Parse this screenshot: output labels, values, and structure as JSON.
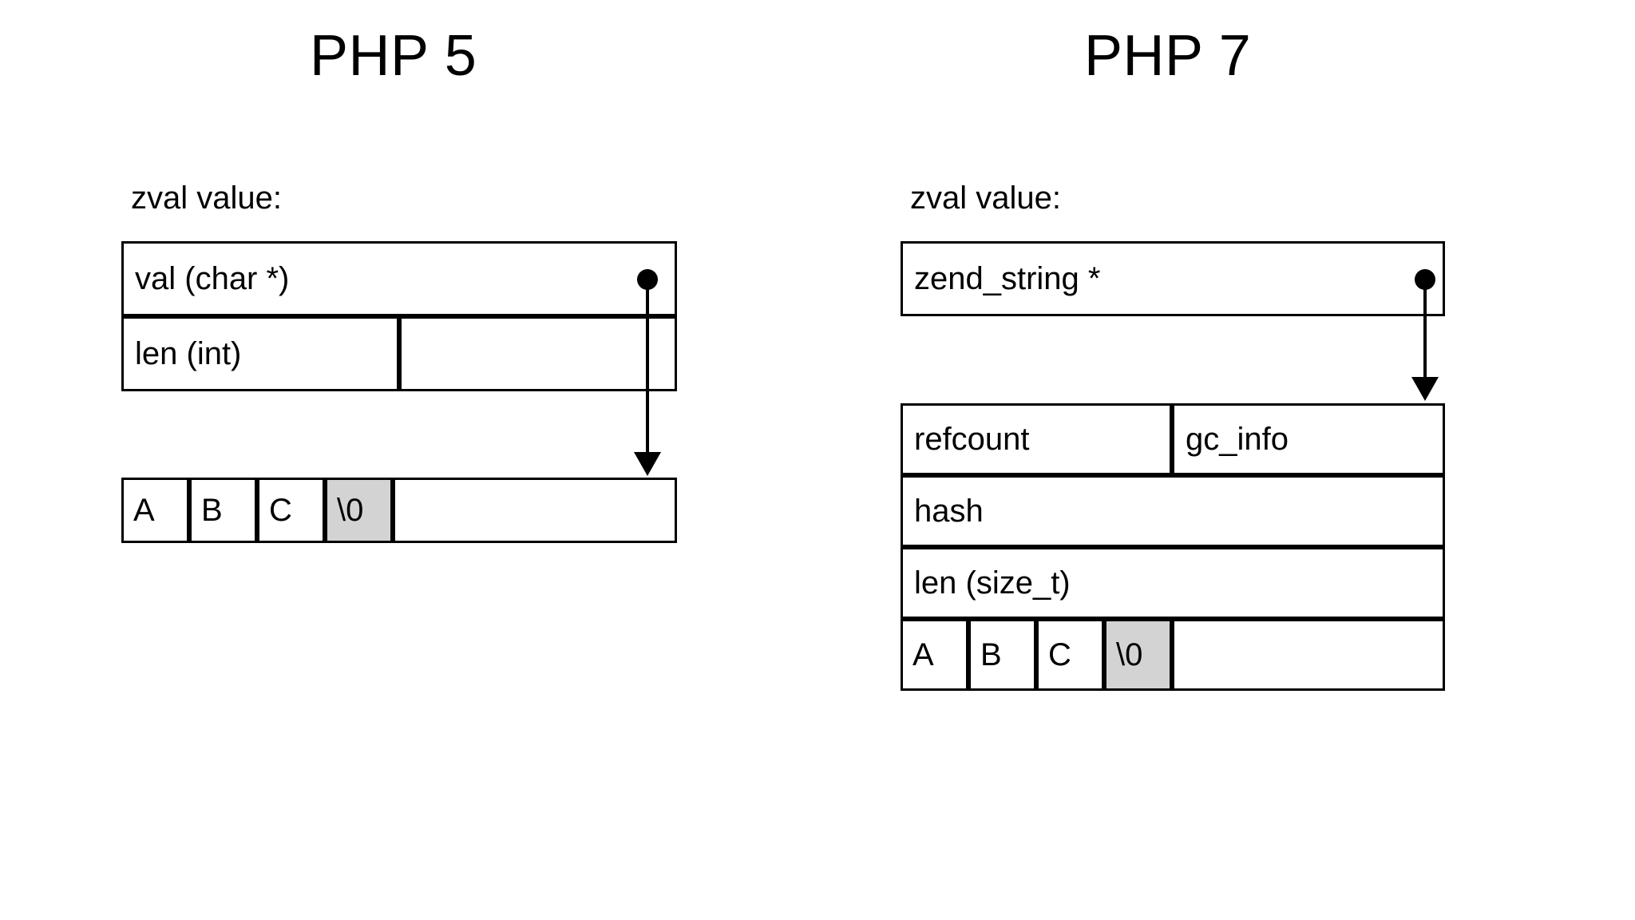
{
  "diagram": {
    "title_note": "PHP string memory layout comparison",
    "shaded_color": "#d3d3d3",
    "line_color": "#000000",
    "background": "#ffffff"
  },
  "panels": [
    {
      "id": "php5",
      "title": "PHP 5",
      "caption": "zval value:",
      "zval_rows": [
        {
          "label": "val (char *)",
          "has_pointer_dot": true
        },
        {
          "label": "len (int)",
          "has_pointer_dot": false
        }
      ],
      "string_buffer": {
        "cells": [
          "A",
          "B",
          "C",
          "\\0"
        ],
        "shaded_index": 3,
        "trailing_empty": true
      },
      "pointer": {
        "icon": "pointer-dot",
        "target": "string-buffer"
      }
    },
    {
      "id": "php7",
      "title": "PHP 7",
      "caption": "zval value:",
      "zval_rows": [
        {
          "label": "zend_string *",
          "has_pointer_dot": true
        }
      ],
      "zend_string_struct": {
        "rows": [
          {
            "cells": [
              "refcount",
              "gc_info"
            ]
          },
          {
            "cells": [
              "hash"
            ]
          },
          {
            "cells": [
              "len (size_t)"
            ]
          }
        ],
        "string_buffer": {
          "cells": [
            "A",
            "B",
            "C",
            "\\0"
          ],
          "shaded_index": 3,
          "trailing_empty": true
        }
      },
      "pointer": {
        "icon": "pointer-dot",
        "target": "zend-string-struct"
      }
    }
  ]
}
